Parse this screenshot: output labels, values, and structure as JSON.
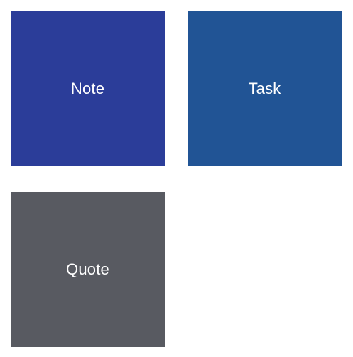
{
  "tiles": [
    {
      "label": "Note",
      "color": "#2b3d99"
    },
    {
      "label": "Task",
      "color": "#215495"
    },
    {
      "label": "Quote",
      "color": "#585a61"
    }
  ]
}
